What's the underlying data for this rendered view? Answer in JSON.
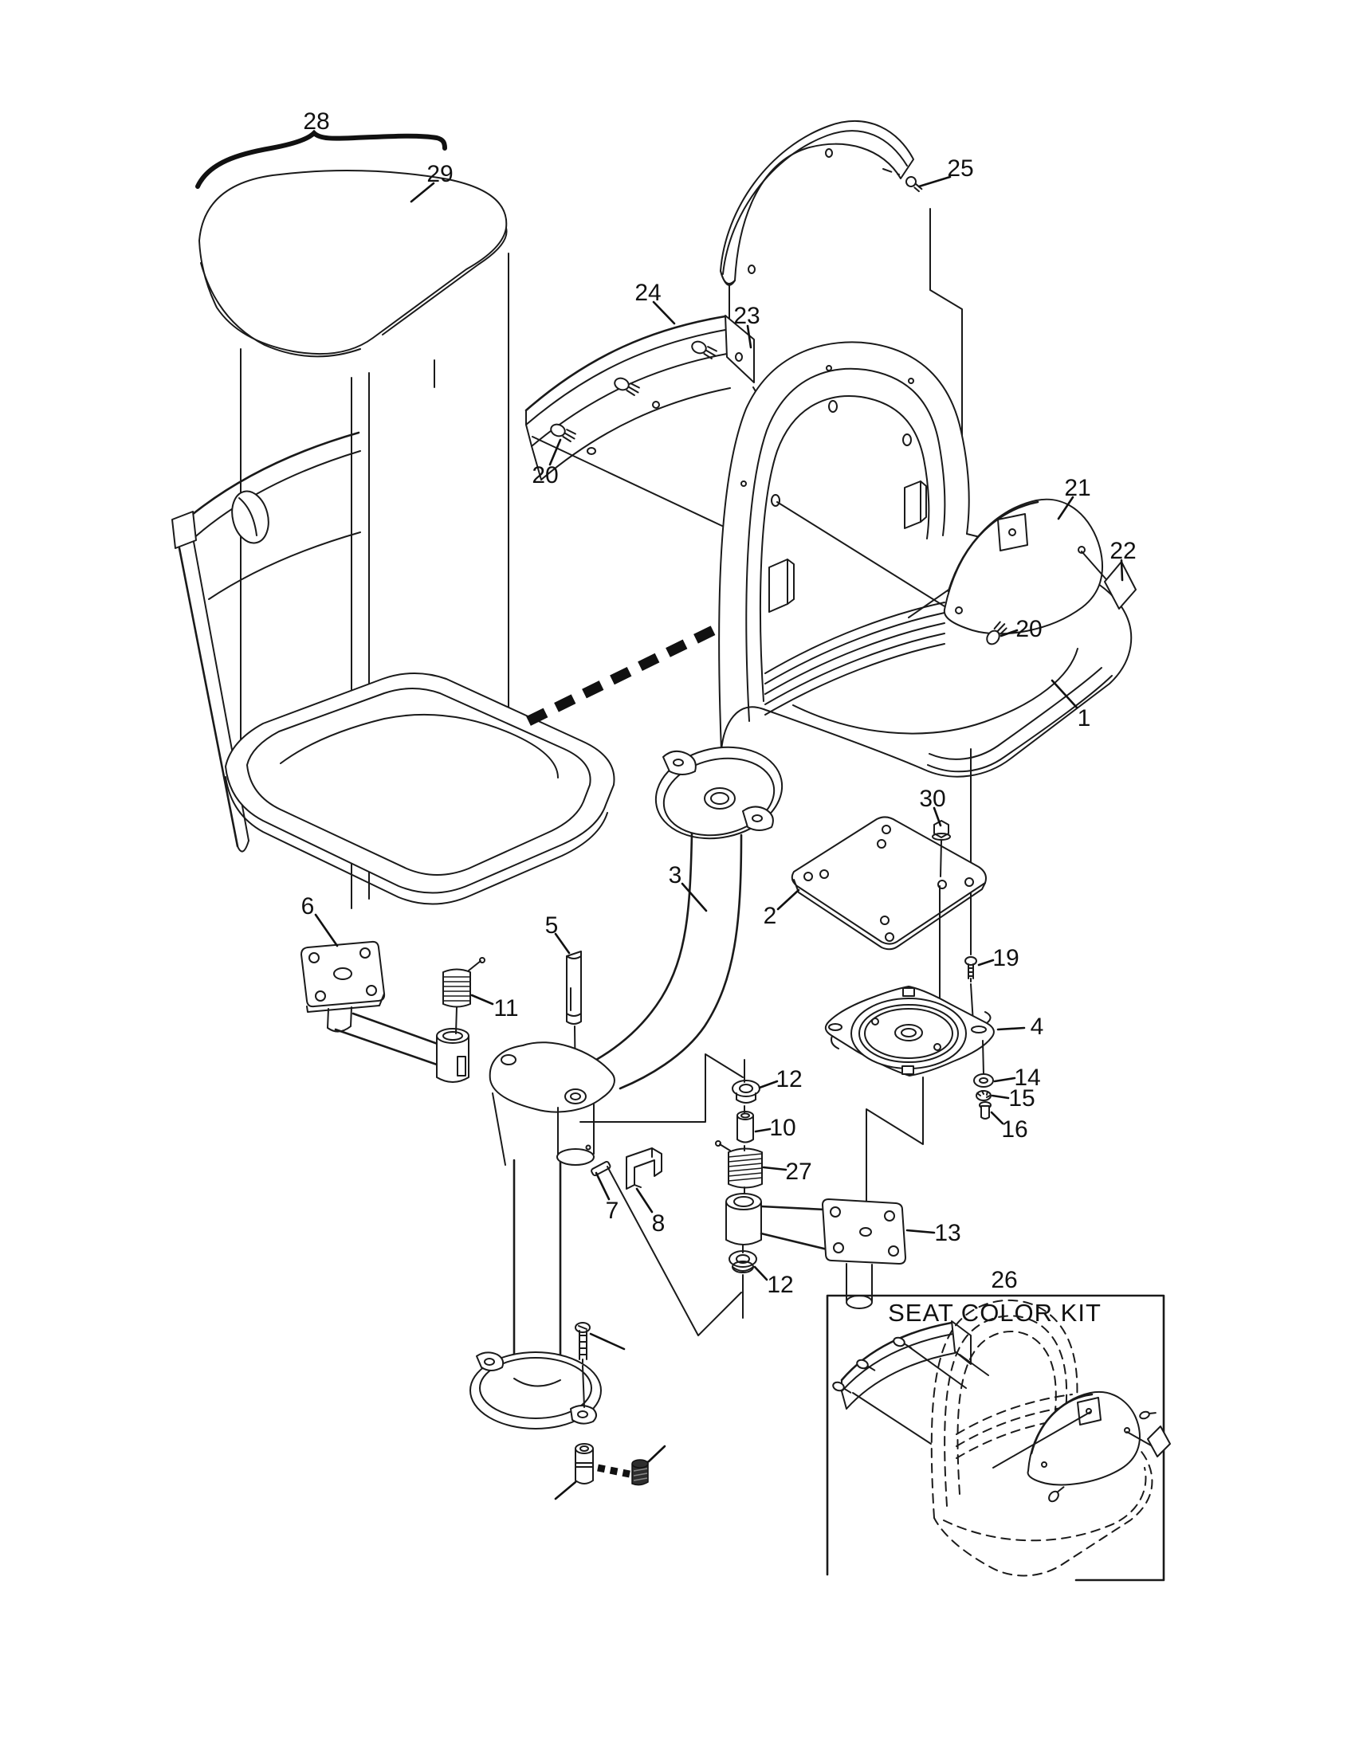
{
  "figure": {
    "type": "exploded-parts-diagram",
    "subject": "pedestal seat assembly",
    "background_color": "#ffffff",
    "line_color": "#1a1a1a"
  },
  "inset": {
    "number": "26",
    "title": "SEAT COLOR KIT"
  },
  "callouts": [
    {
      "text": "28"
    },
    {
      "text": "29"
    },
    {
      "text": "25"
    },
    {
      "text": "24"
    },
    {
      "text": "23"
    },
    {
      "text": "20"
    },
    {
      "text": "21"
    },
    {
      "text": "22"
    },
    {
      "text": "20"
    },
    {
      "text": "1"
    },
    {
      "text": "30"
    },
    {
      "text": "3"
    },
    {
      "text": "2"
    },
    {
      "text": "19"
    },
    {
      "text": "4"
    },
    {
      "text": "6"
    },
    {
      "text": "5"
    },
    {
      "text": "11"
    },
    {
      "text": "12"
    },
    {
      "text": "10"
    },
    {
      "text": "27"
    },
    {
      "text": "7"
    },
    {
      "text": "8"
    },
    {
      "text": "13"
    },
    {
      "text": "14"
    },
    {
      "text": "15"
    },
    {
      "text": "16"
    },
    {
      "text": "12"
    },
    {
      "text": "26"
    }
  ]
}
